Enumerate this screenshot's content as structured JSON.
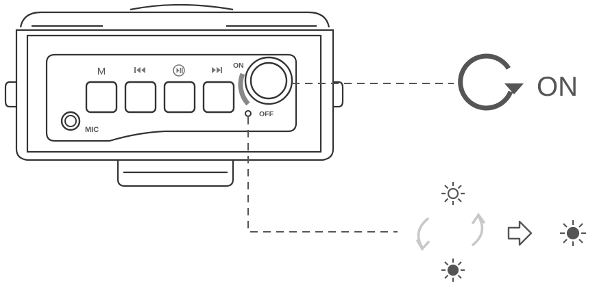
{
  "device": {
    "buttons": [
      {
        "label": "M",
        "icon": "mode-icon"
      },
      {
        "label": "",
        "icon": "previous-track-icon"
      },
      {
        "label": "",
        "icon": "play-pause-icon"
      },
      {
        "label": "",
        "icon": "next-track-icon"
      }
    ],
    "mic_label": "MIC",
    "knob_on_label": "ON",
    "knob_off_label": "OFF"
  },
  "callout": {
    "power_state": "ON",
    "rotate_icon": "rotate-clockwise-icon"
  },
  "led_sequence": {
    "states": [
      "led-off-icon",
      "led-on-icon"
    ],
    "result_icon": "led-on-icon",
    "arrow_icon": "right-arrow-icon",
    "cycle_icon": "cycle-arrows-icon"
  },
  "colors": {
    "outline": "#333333",
    "callout_gray": "#555555",
    "cycle_gray": "#c8c8c8"
  }
}
